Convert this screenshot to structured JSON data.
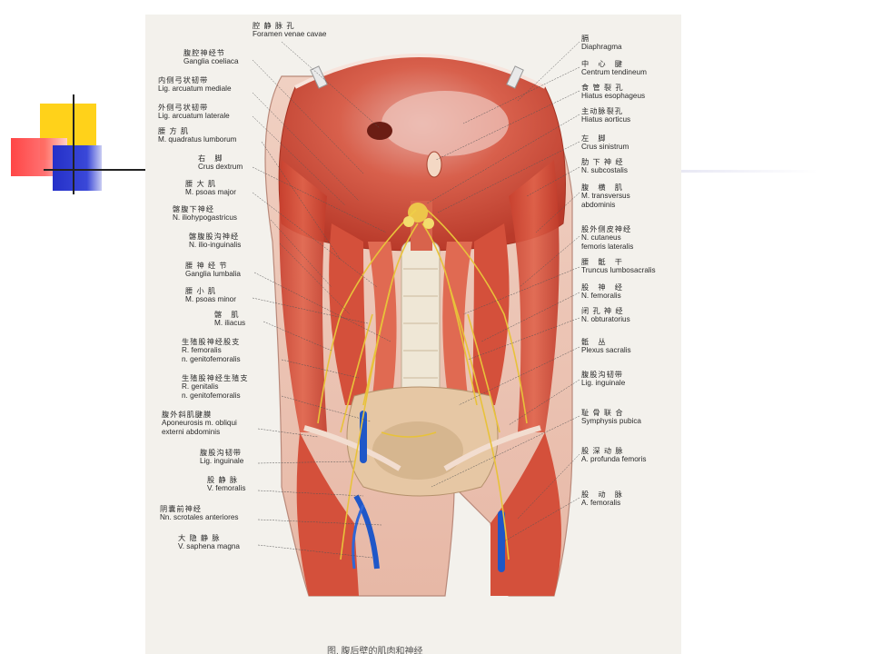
{
  "slide": {
    "accent_yellow": "#ffd21a",
    "accent_red": "#ff3c3c",
    "accent_blue": "#2430c8"
  },
  "plate": {
    "background": "#f3f1ec",
    "muscle_color": "#d9553f",
    "nerve_color": "#e8c23a",
    "vein_color": "#1f57c8",
    "caption": "图. 腹后壁的肌肉和神经"
  },
  "labels_left": [
    {
      "id": "ganglia-coeliaca",
      "cn": "腹腔神经节",
      "la": "Ganglia coeliaca"
    },
    {
      "id": "lig-arcuatum-mediale",
      "cn": "内侧弓状韧带",
      "la": "Lig. arcuatum mediale"
    },
    {
      "id": "lig-arcuatum-laterale",
      "cn": "外侧弓状韧带",
      "la": "Lig. arcuatum laterale"
    },
    {
      "id": "m-quadratus-lumborum",
      "cn": "腰 方 肌",
      "la": "M. quadratus lumborum"
    },
    {
      "id": "crus-dextrum",
      "cn": "右　脚",
      "la": "Crus dextrum"
    },
    {
      "id": "m-psoas-major",
      "cn": "腰 大 肌",
      "la": "M. psoas major"
    },
    {
      "id": "n-iliohypogastricus",
      "cn": "髂腹下神经",
      "la": "N. iliohypogastricus"
    },
    {
      "id": "n-ilio-inguinalis",
      "cn": "髂腹股沟神经",
      "la": "N. ilio-inguinalis"
    },
    {
      "id": "ganglia-lumbalia",
      "cn": "腰 神 经 节",
      "la": "Ganglia lumbalia"
    },
    {
      "id": "m-psoas-minor",
      "cn": "腰 小 肌",
      "la": "M. psoas minor"
    },
    {
      "id": "m-iliacus",
      "cn": "髂　肌",
      "la": "M. iliacus"
    },
    {
      "id": "r-femoralis",
      "cn": "生殖股神经股支",
      "la": "R. femoralis",
      "la2": "n. genitofemoralis"
    },
    {
      "id": "r-genitalis",
      "cn": "生殖股神经生殖支",
      "la": "R. genitalis",
      "la2": "n. genitofemoralis"
    },
    {
      "id": "aponeurosis",
      "cn": "腹外斜肌腱膜",
      "la": "Aponeurosis m. obliqui",
      "la2": "externi abdominis"
    },
    {
      "id": "lig-inguinale-l",
      "cn": "腹股沟韧带",
      "la": "Lig. inguinale"
    },
    {
      "id": "v-femoralis",
      "cn": "股 静 脉",
      "la": "V. femoralis"
    },
    {
      "id": "nn-scrotales",
      "cn": "阴囊前神经",
      "la": "Nn. scrotales anteriores"
    },
    {
      "id": "v-saphena-magna",
      "cn": "大 隐 静 脉",
      "la": "V. saphena magna"
    }
  ],
  "labels_top": [
    {
      "id": "foramen-venae-cavae",
      "cn": "腔 静 脉 孔",
      "la": "Foramen venae cavae"
    }
  ],
  "labels_right": [
    {
      "id": "diaphragma",
      "cn": "膈",
      "la": "Diaphragma"
    },
    {
      "id": "centrum-tendineum",
      "cn": "中　心　腱",
      "la": "Centrum tendineum"
    },
    {
      "id": "hiatus-esophageus",
      "cn": "食 管 裂 孔",
      "la": "Hiatus esophageus"
    },
    {
      "id": "hiatus-aorticus",
      "cn": "主动脉裂孔",
      "la": "Hiatus aorticus"
    },
    {
      "id": "crus-sinistrum",
      "cn": "左　脚",
      "la": "Crus sinistrum"
    },
    {
      "id": "n-subcostalis",
      "cn": "肋 下 神 经",
      "la": "N. subcostalis"
    },
    {
      "id": "m-transversus",
      "cn": "腹　横　肌",
      "la": "M. transversus",
      "la2": "abdominis"
    },
    {
      "id": "n-cutaneus",
      "cn": "股外侧皮神经",
      "la": "N. cutaneus",
      "la2": "femoris lateralis"
    },
    {
      "id": "truncus-lumbosacralis",
      "cn": "腰　骶　干",
      "la": "Truncus lumbosacralis"
    },
    {
      "id": "n-femoralis",
      "cn": "股　神　经",
      "la": "N. femoralis"
    },
    {
      "id": "n-obturatorius",
      "cn": "闭 孔 神 经",
      "la": "N. obturatorius"
    },
    {
      "id": "plexus-sacralis",
      "cn": "骶　丛",
      "la": "Plexus sacralis"
    },
    {
      "id": "lig-inguinale-r",
      "cn": "腹股沟韧带",
      "la": "Lig. inguinale"
    },
    {
      "id": "symphysis-pubica",
      "cn": "耻 骨 联 合",
      "la": "Symphysis pubica"
    },
    {
      "id": "a-profunda-femoris",
      "cn": "股 深 动 脉",
      "la": "A. profunda femoris"
    },
    {
      "id": "a-femoralis",
      "cn": "股　动　脉",
      "la": "A. femoralis"
    }
  ]
}
